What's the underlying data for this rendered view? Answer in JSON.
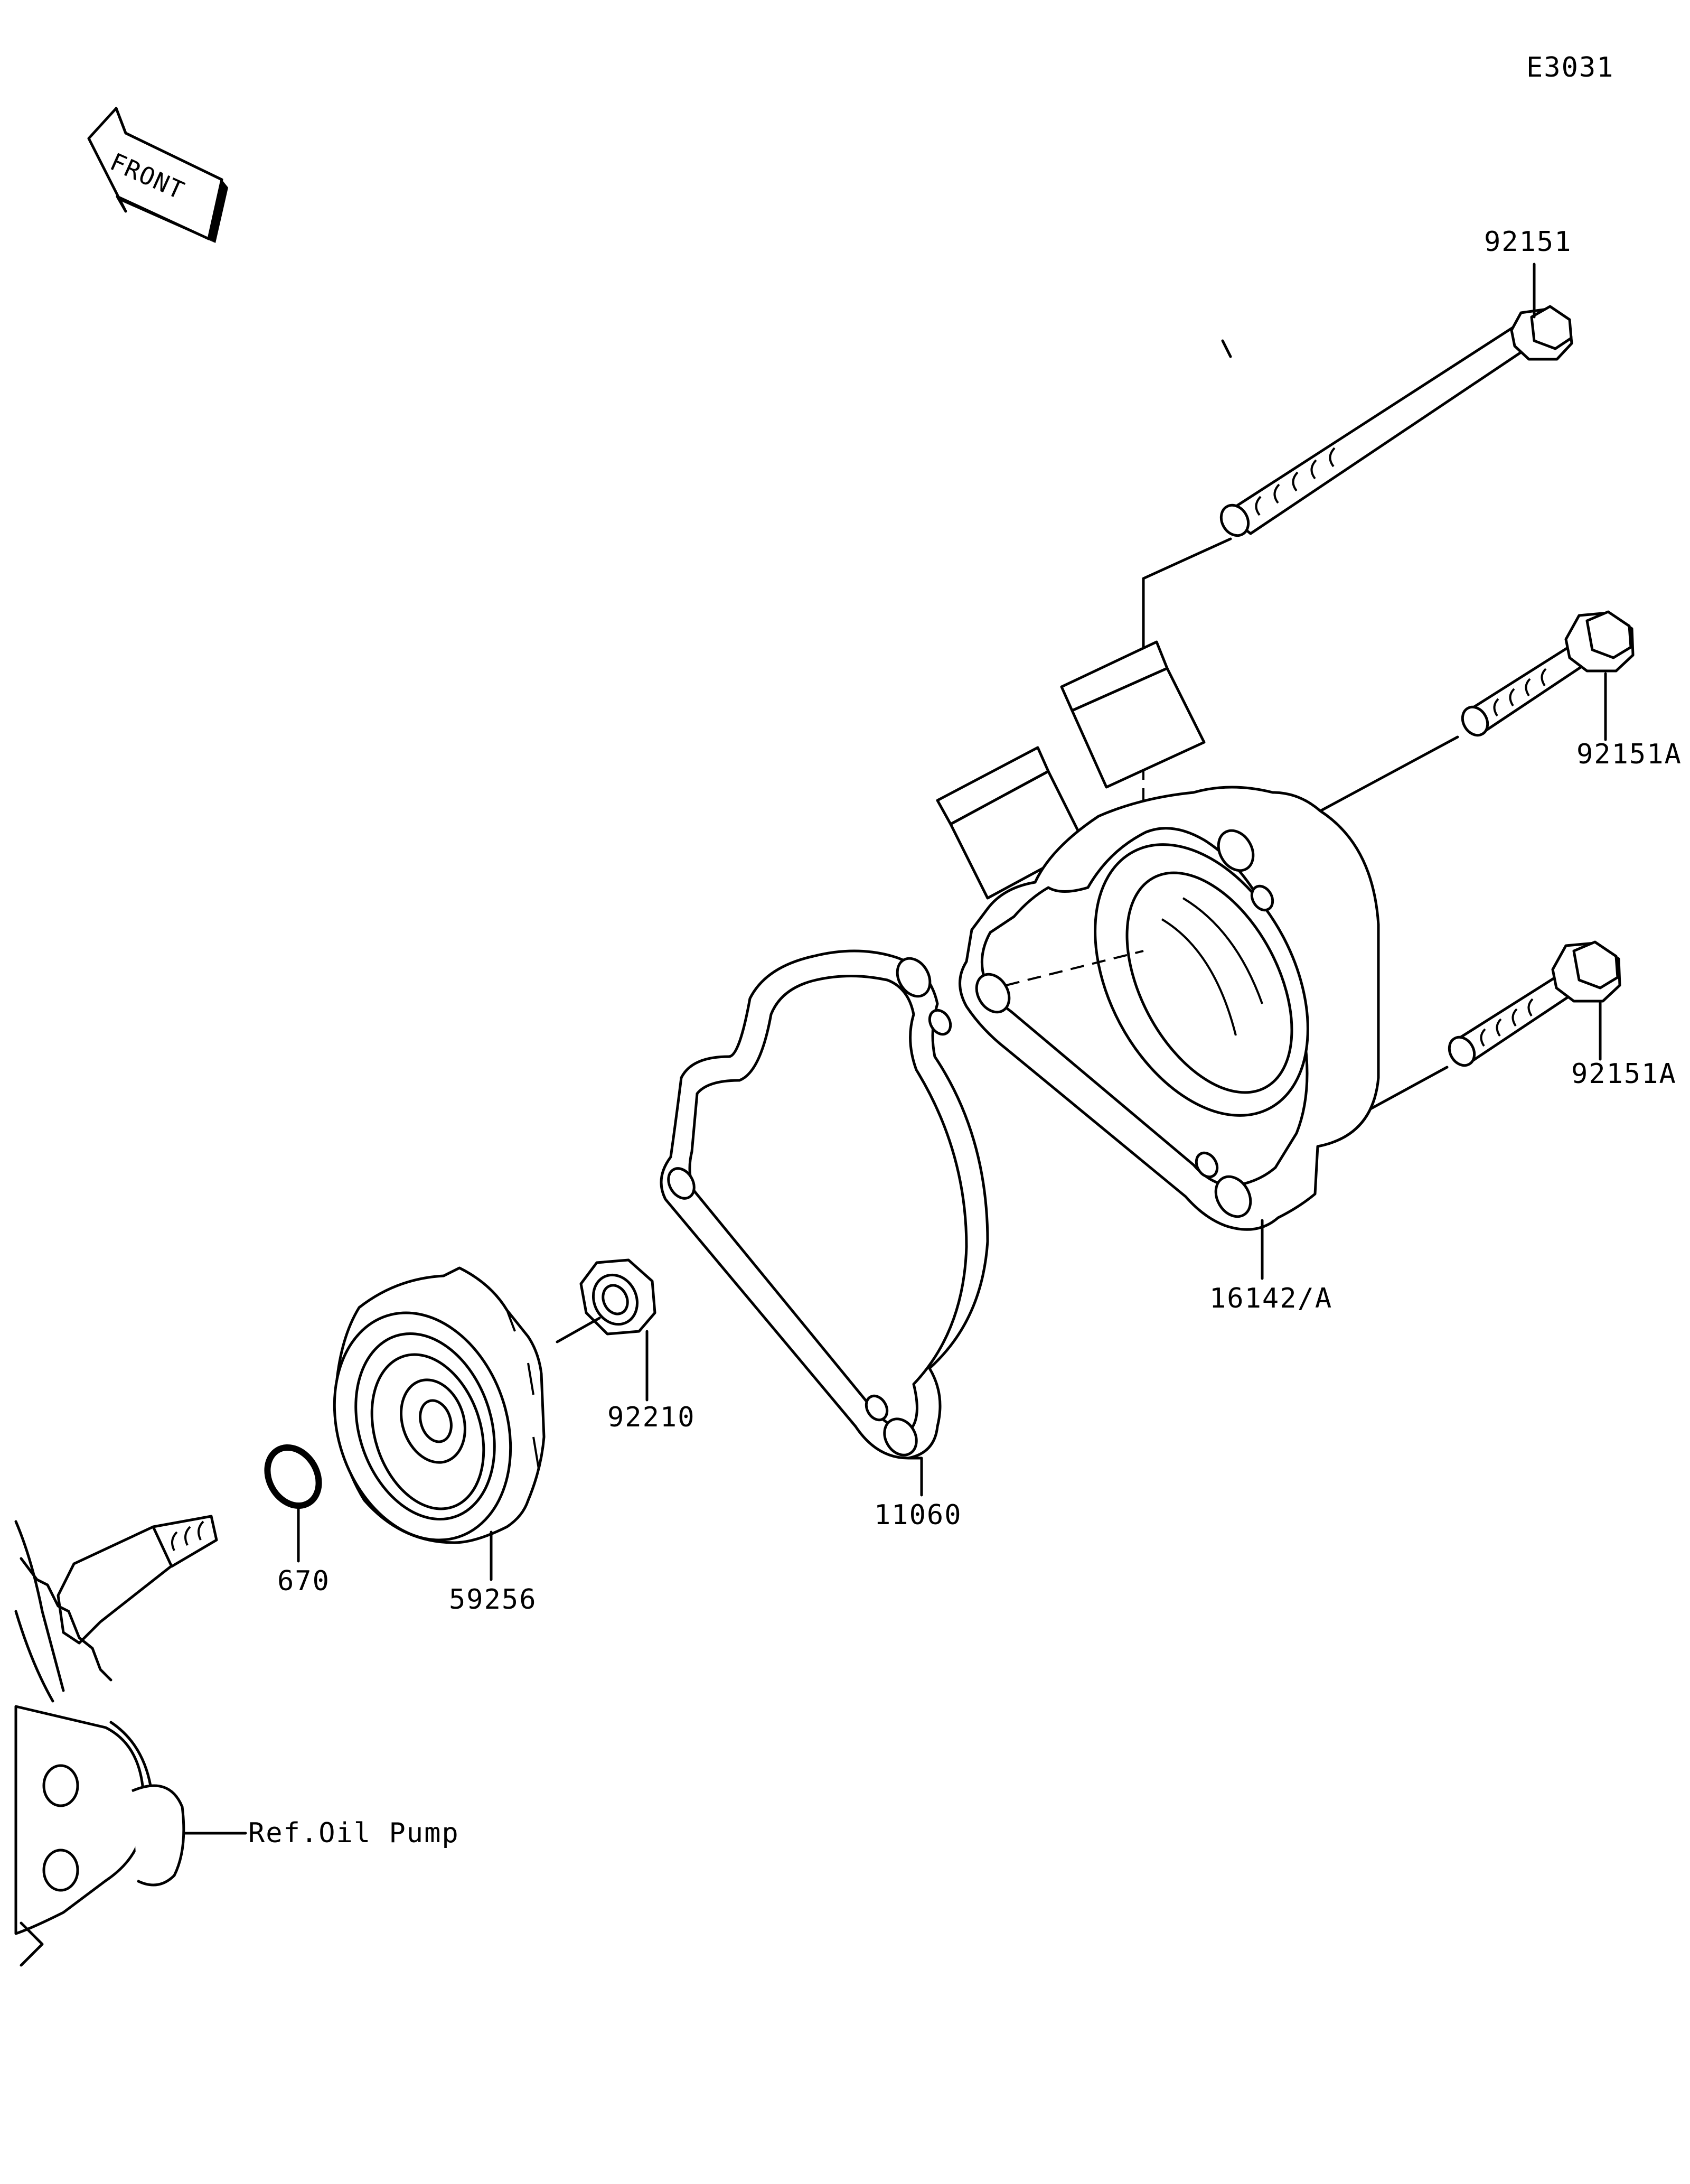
{
  "diagram_code": "E3031",
  "direction_label": "FRONT",
  "parts": [
    {
      "number": "92151"
    },
    {
      "number": "92151A"
    },
    {
      "number": "92151A"
    },
    {
      "number": "16142/A"
    },
    {
      "number": "11060"
    },
    {
      "number": "92210"
    },
    {
      "number": "59256"
    },
    {
      "number": "670"
    }
  ],
  "reference_label": "Ref.Oil Pump"
}
